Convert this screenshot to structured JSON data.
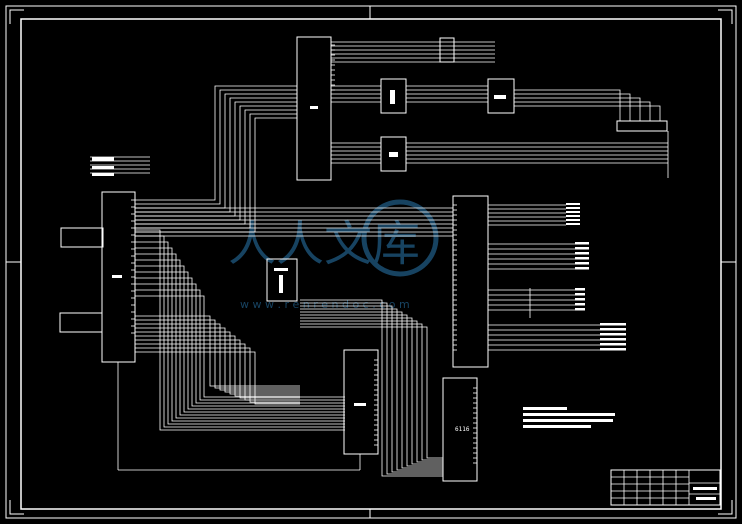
{
  "drawing": {
    "background": "#000000",
    "line_color": "#ffffff",
    "watermark_color": "#1c4f73",
    "chip_label": "6116",
    "watermark_glyphs": "人人文库",
    "watermark_url": "w w w . r e n r e n d o c . c o m"
  }
}
